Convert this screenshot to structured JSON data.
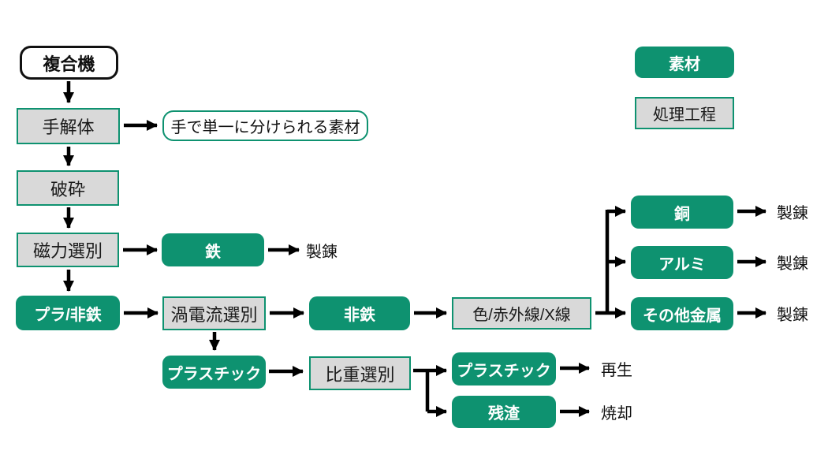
{
  "colors": {
    "accent_green": "#0E9270",
    "process_fill": "#D9D9D9",
    "arrow_black": "#000000",
    "background": "#FFFFFF"
  },
  "legend": {
    "material": "素材",
    "process": "処理工程"
  },
  "nodes": {
    "source": "複合機",
    "manual_disassembly": "手解体",
    "hand_separable": "手で単一に分けられる素材",
    "crushing": "破砕",
    "magnetic_separation": "磁力選別",
    "iron": "鉄",
    "pla_nonferrous": "プラ/非鉄",
    "eddy_current": "渦電流選別",
    "nonferrous": "非鉄",
    "color_ir_xray": "色/赤外線/X線",
    "copper": "銅",
    "aluminum": "アルミ",
    "other_metals": "その他金属",
    "plastic_mid": "プラスチック",
    "gravity_separation": "比重選別",
    "plastic_out": "プラスチック",
    "residue": "残渣"
  },
  "outcomes": {
    "smelt_iron": "製錬",
    "smelt_copper": "製錬",
    "smelt_aluminum": "製錬",
    "smelt_other": "製錬",
    "recycle": "再生",
    "incinerate": "焼却"
  }
}
